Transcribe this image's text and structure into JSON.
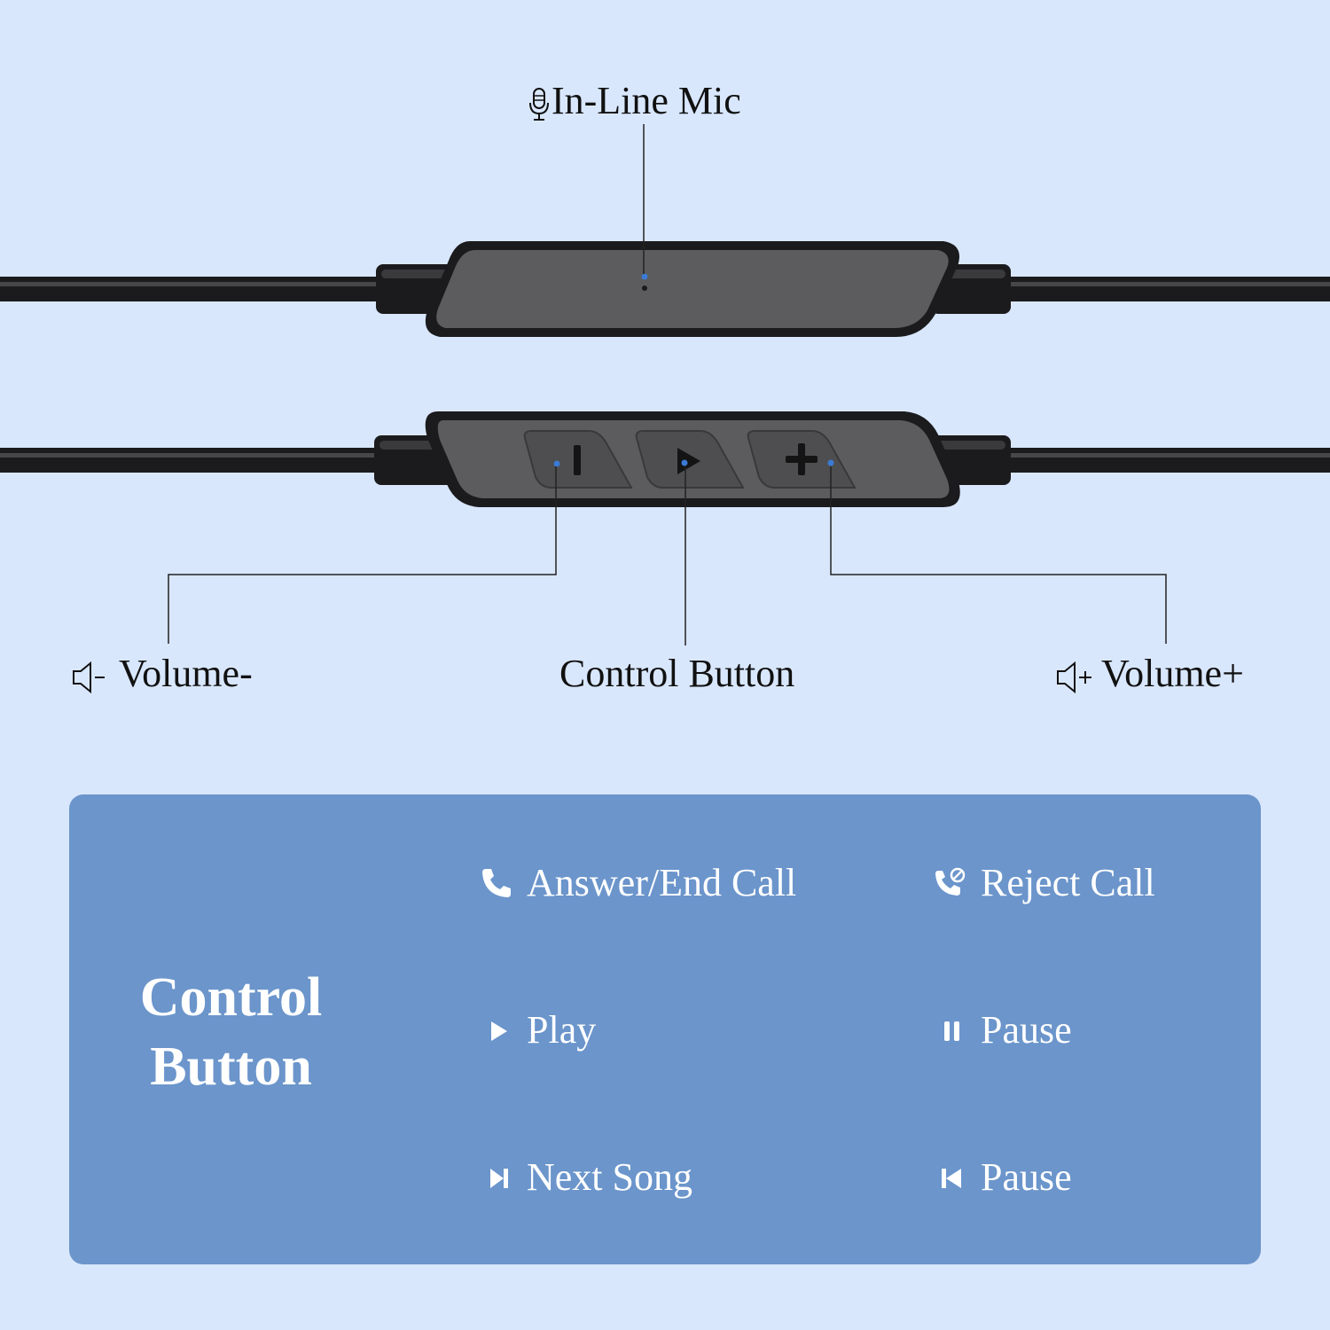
{
  "labels": {
    "mic": "In-Line Mic",
    "volume_down": "Volume-",
    "control": "Control Button",
    "volume_up": "Volume+"
  },
  "panel": {
    "title_line1": "Control",
    "title_line2": "Button",
    "functions": [
      {
        "icon": "phone-icon",
        "text": "Answer/End Call"
      },
      {
        "icon": "reject-call-icon",
        "text": "Reject Call"
      },
      {
        "icon": "play-icon",
        "text": "Play"
      },
      {
        "icon": "pause-icon",
        "text": "Pause"
      },
      {
        "icon": "next-track-icon",
        "text": "Next Song"
      },
      {
        "icon": "previous-track-icon",
        "text": "Pause"
      }
    ]
  },
  "colors": {
    "background": "#d9e7fd",
    "panel": "#6b95cb",
    "device": "#5c5c5e",
    "cable": "#1b1b1d",
    "indicator-dot": "#3a7bd5"
  }
}
